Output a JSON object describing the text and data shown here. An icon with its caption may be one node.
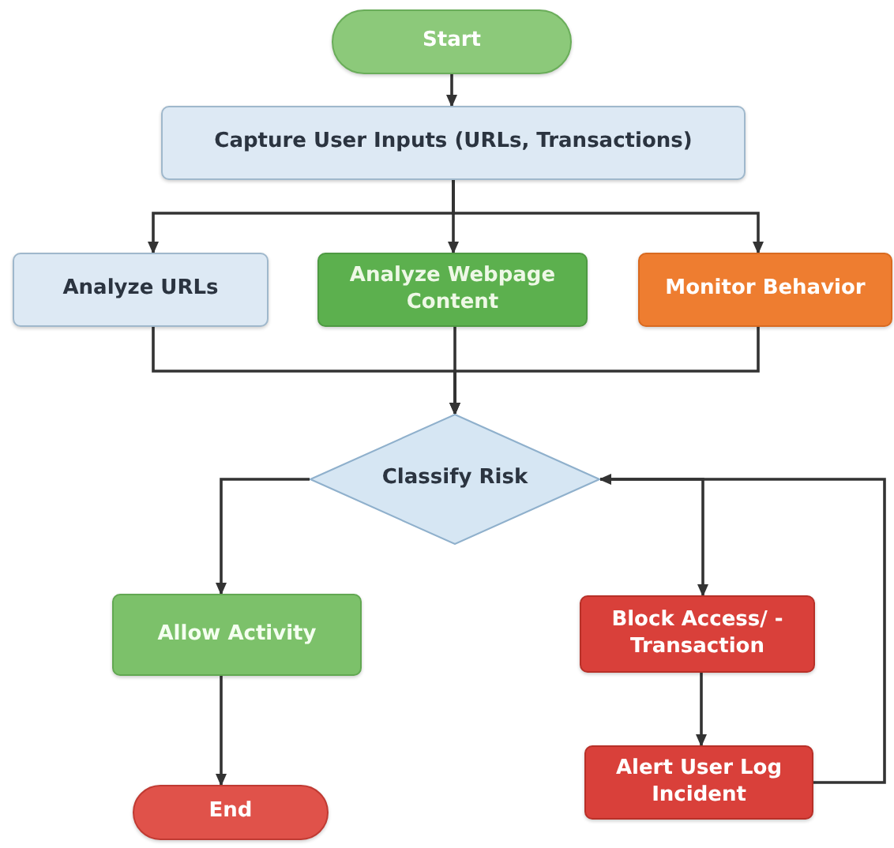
{
  "diagram": {
    "nodes": [
      {
        "text": [
          "Start"
        ]
      },
      {
        "text": [
          "Capture User Inputs (URLs, Transactions)"
        ]
      },
      {
        "text": [
          "Analyze URLs"
        ]
      },
      {
        "text": [
          "Analyze Webpage Content"
        ]
      },
      {
        "text": [
          "Monitor Behavior"
        ]
      },
      {
        "text": [
          "Classify Risk"
        ]
      },
      {
        "text": [
          "Allow Activity"
        ]
      },
      {
        "text": [
          "Block Access/ -Transaction"
        ]
      },
      {
        "text": [
          "End"
        ]
      },
      {
        "text": [
          "Alert User Log Incident"
        ]
      }
    ],
    "edges": [
      {
        "from": 0,
        "to": 1,
        "arrow": "to"
      },
      {
        "from": 1,
        "to": 2,
        "arrow": "to"
      },
      {
        "from": 1,
        "to": 3,
        "arrow": "to"
      },
      {
        "from": 1,
        "to": 4,
        "arrow": "to"
      },
      {
        "from": 2,
        "to": 5,
        "arrow": "to"
      },
      {
        "from": 3,
        "to": 5,
        "arrow": "to"
      },
      {
        "from": 4,
        "to": 5,
        "arrow": "to"
      },
      {
        "from": 5,
        "to": 6,
        "arrow": "to"
      },
      {
        "from": 5,
        "to": 7,
        "arrow": "to"
      },
      {
        "from": 6,
        "to": 8,
        "arrow": "to"
      },
      {
        "from": 7,
        "to": 9,
        "arrow": "to"
      },
      {
        "from": 9,
        "to": 5,
        "arrow": "to"
      }
    ]
  }
}
